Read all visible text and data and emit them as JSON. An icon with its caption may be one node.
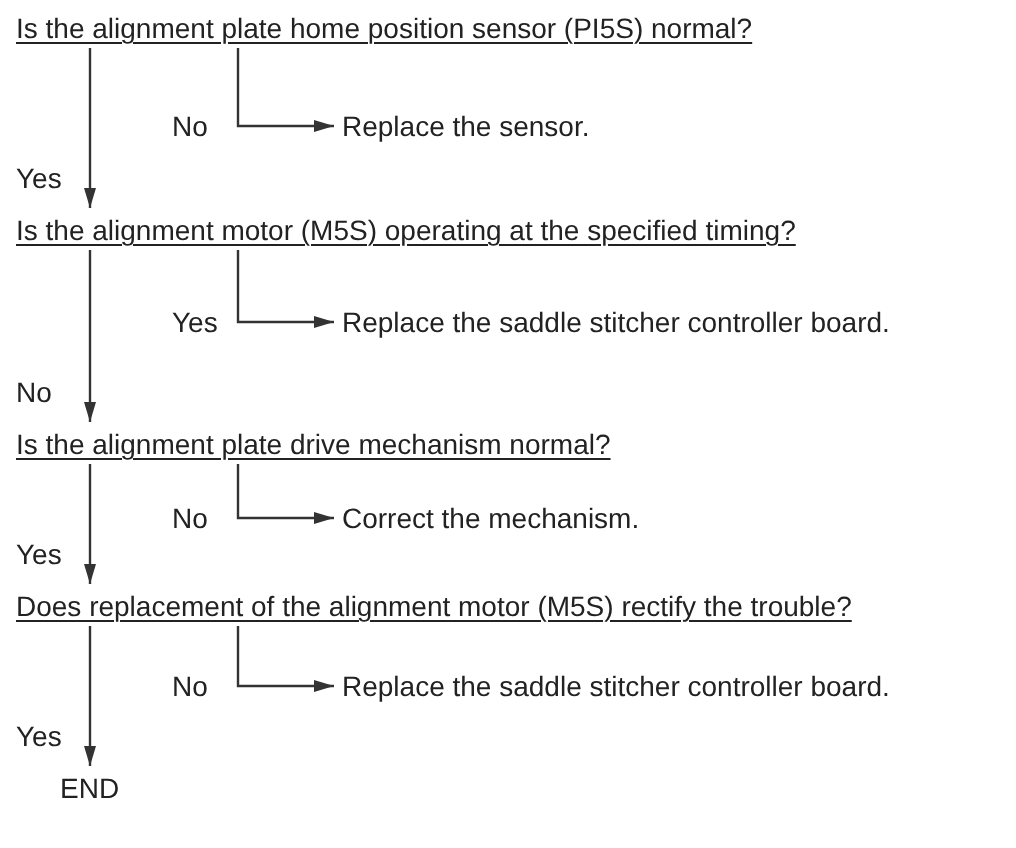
{
  "diagram": {
    "nodes": [
      {
        "text": [
          "Is the alignment plate home position sensor (PI5S) normal?"
        ]
      },
      {
        "text": [
          "Replace the sensor."
        ]
      },
      {
        "text": [
          "Is the alignment motor (M5S) operating at the specified timing?"
        ]
      },
      {
        "text": [
          "Replace the saddle stitcher controller board."
        ]
      },
      {
        "text": [
          "Is the alignment plate drive mechanism normal?"
        ]
      },
      {
        "text": [
          "Correct the mechanism."
        ]
      },
      {
        "text": [
          "Does replacement of the alignment motor (M5S) rectify the trouble?"
        ]
      },
      {
        "text": [
          "Replace the saddle stitcher controller board."
        ]
      },
      {
        "text": [
          "END"
        ]
      }
    ],
    "edges": [
      {
        "from": 0,
        "to": 1,
        "arrow": "to",
        "label": "No"
      },
      {
        "from": 0,
        "to": 2,
        "arrow": "to",
        "label": "Yes"
      },
      {
        "from": 2,
        "to": 3,
        "arrow": "to",
        "label": "Yes"
      },
      {
        "from": 2,
        "to": 4,
        "arrow": "to",
        "label": "No"
      },
      {
        "from": 4,
        "to": 5,
        "arrow": "to",
        "label": "No"
      },
      {
        "from": 4,
        "to": 6,
        "arrow": "to",
        "label": "Yes"
      },
      {
        "from": 6,
        "to": 7,
        "arrow": "to",
        "label": "No"
      },
      {
        "from": 6,
        "to": 8,
        "arrow": "to",
        "label": "Yes"
      }
    ]
  }
}
